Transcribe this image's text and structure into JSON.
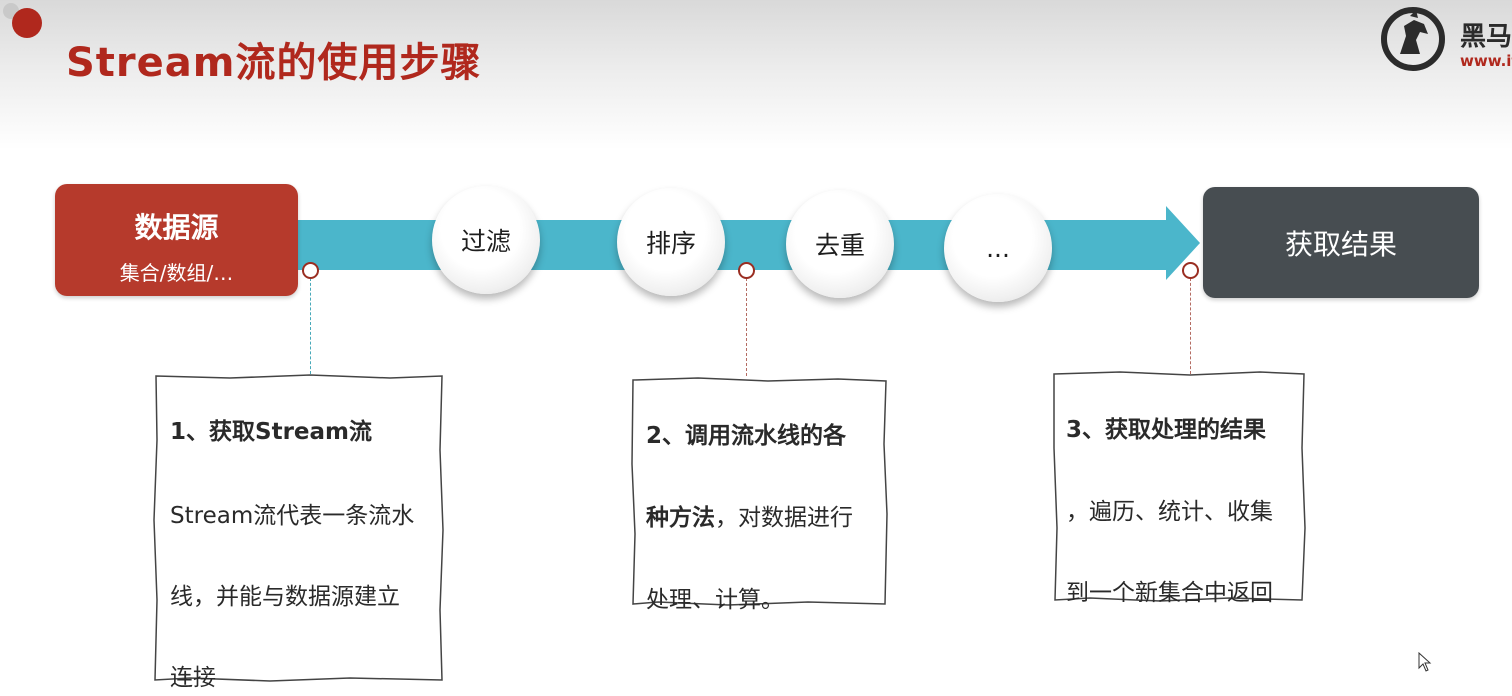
{
  "slide": {
    "title": "Stream流的使用步骤",
    "logo": {
      "name": "黑马",
      "url": "www.it"
    }
  },
  "pipeline": {
    "source": {
      "title": "数据源",
      "subtitle": "集合/数组/…"
    },
    "steps": [
      "过滤",
      "排序",
      "去重",
      "..."
    ],
    "result": {
      "title": "获取结果"
    }
  },
  "notes": [
    {
      "heading": "1、获取Stream流",
      "lines": [
        "Stream流代表一条流水",
        "线，并能与数据源建立",
        "连接"
      ]
    },
    {
      "heading_lines": [
        "2、调用流水线的各",
        "种方法"
      ],
      "tail": "，对数据进行",
      "lines": [
        "处理、计算。"
      ]
    },
    {
      "heading": "3、获取处理的结果",
      "lines": [
        "，遍历、统计、收集",
        "到一个新集合中返回"
      ]
    }
  ],
  "colors": {
    "title_red": "#b0281d",
    "source_red": "#b63a2c",
    "pipe_teal": "#4bb6cb",
    "result_dark": "#474d51",
    "note_border": "#444444"
  }
}
